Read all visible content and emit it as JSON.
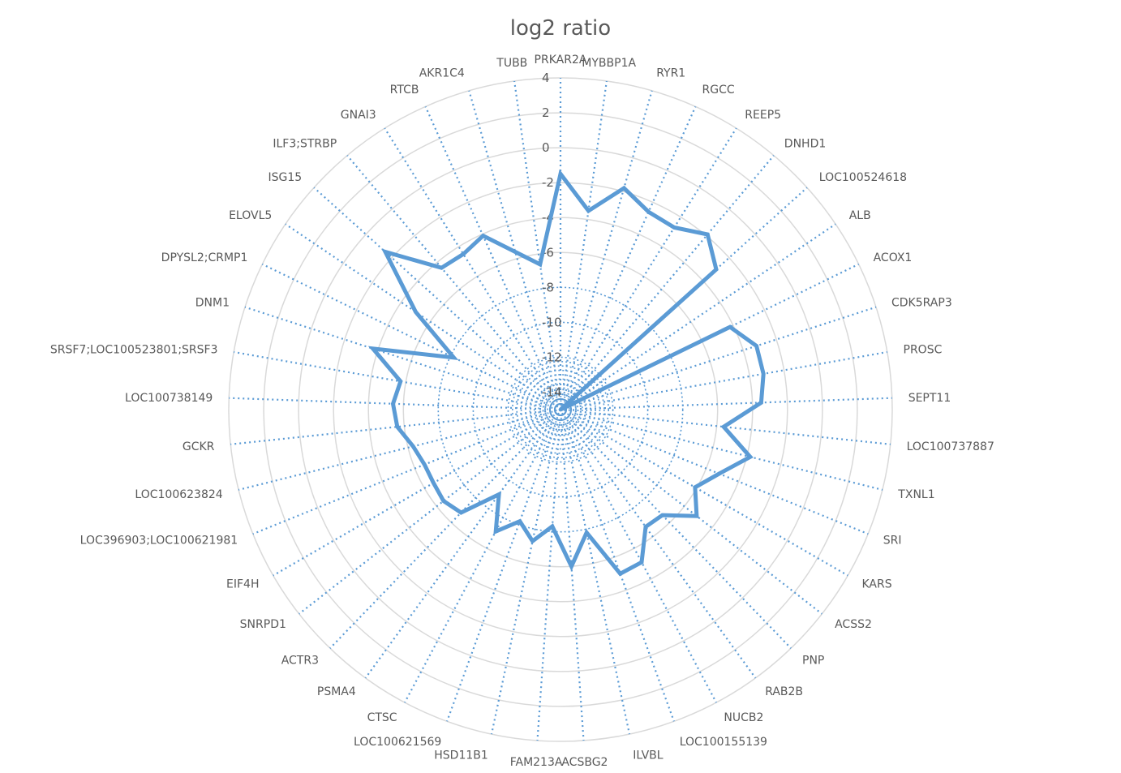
{
  "chart_data": {
    "type": "radar",
    "title": "log2 ratio",
    "axis_ticks": [
      "4",
      "2",
      "0",
      "-2",
      "-4",
      "-6",
      "-8",
      "-10",
      "-12",
      "-14"
    ],
    "rmin": -15,
    "rmax": 4,
    "categories": [
      "PRKAR2A",
      "MYBBP1A",
      "RYR1",
      "RGCC",
      "REEP5",
      "DNHD1",
      "LOC100524618",
      "ALB",
      "ACOX1",
      "CDK5RAP3",
      "PROSC",
      "SEPT11",
      "LOC100737887",
      "TXNL1",
      "SRI",
      "KARS",
      "ACSS2",
      "PNP",
      "RAB2B",
      "NUCB2",
      "LOC100155139",
      "ILVBL",
      "ACSBG2",
      "FAM213A",
      "HSD11B1",
      "LOC100621569",
      "CTSC",
      "PSMA4",
      "ACTR3",
      "SNRPD1",
      "EIF4H",
      "LOC396903;LOC100621981",
      "LOC100623824",
      "GCKR",
      "LOC100738149",
      "SRSF7;LOC100523801;SRSF3",
      "DNM1",
      "DPYSL2;CRMP1",
      "ELOVL5",
      "ISG15",
      "ILF3;STRBP",
      "GNAI3",
      "RTCB",
      "AKR1C4",
      "TUBB"
    ],
    "series": [
      {
        "values": [
          -1.5,
          -3.5,
          -1.8,
          -2.6,
          -2.7,
          -1.9,
          -3.0,
          -15.0,
          -4.2,
          -3.2,
          -3.2,
          -3.5,
          -5.6,
          -3.8,
          -5.2,
          -6.1,
          -5.1,
          -6.6,
          -6.7,
          -5.1,
          -5.0,
          -7.8,
          -6.0,
          -8.3,
          -7.3,
          -8.2,
          -7.1,
          -9.0,
          -6.8,
          -6.5,
          -6.6,
          -6.6,
          -6.3,
          -5.6,
          -5.4,
          -5.7,
          -3.7,
          -8.2,
          -5.0,
          -1.5,
          -4.4,
          -4.5,
          -4.1,
          -5.6,
          -6.6
        ]
      }
    ],
    "grid": true,
    "legend": "none",
    "colors": {
      "series": "#5b9bd5",
      "ring": "#d9d9d9",
      "text": "#595959"
    }
  }
}
